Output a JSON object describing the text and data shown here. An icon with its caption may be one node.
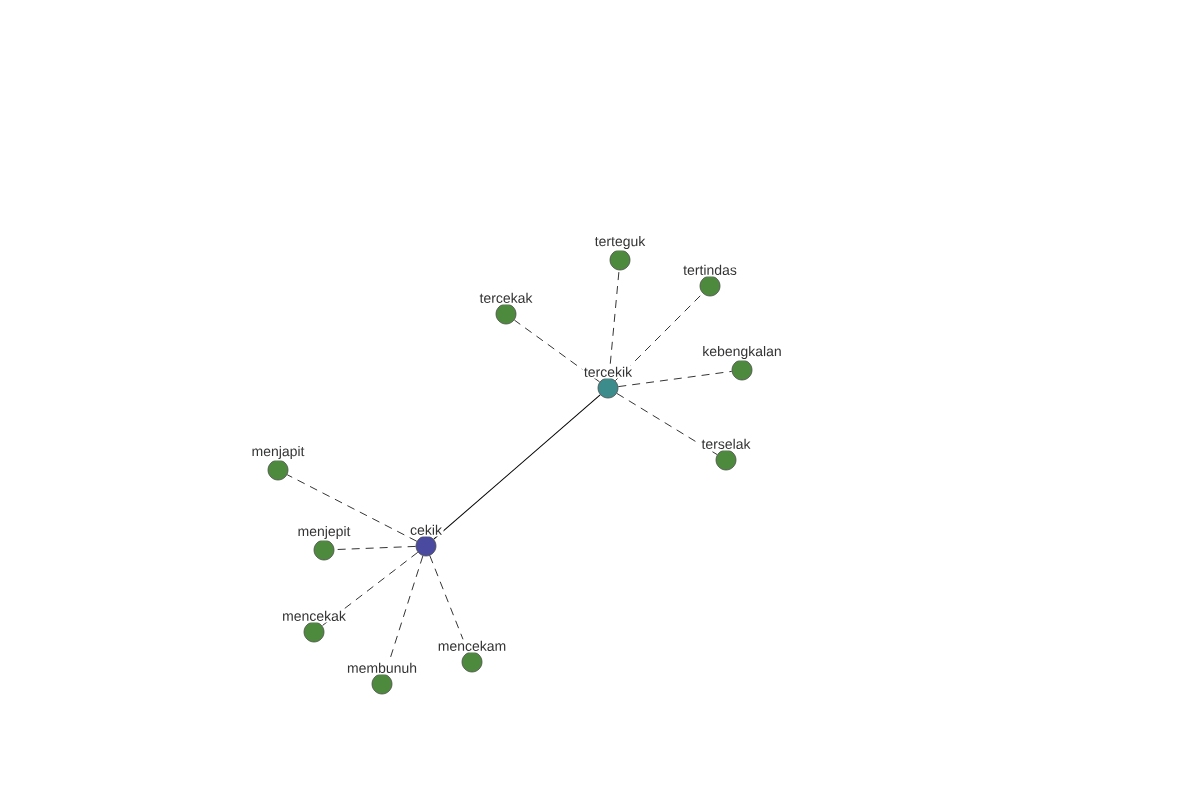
{
  "diagram": {
    "nodes": [
      {
        "text": [
          "cekik"
        ]
      },
      {
        "text": [
          "tercekik"
        ]
      },
      {
        "text": [
          "terteguk"
        ]
      },
      {
        "text": [
          "tertindas"
        ]
      },
      {
        "text": [
          "tercekak"
        ]
      },
      {
        "text": [
          "kebengkalan"
        ]
      },
      {
        "text": [
          "terselak"
        ]
      },
      {
        "text": [
          "menjapit"
        ]
      },
      {
        "text": [
          "menjepit"
        ]
      },
      {
        "text": [
          "mencekak"
        ]
      },
      {
        "text": [
          "membunuh"
        ]
      },
      {
        "text": [
          "mencekam"
        ]
      }
    ],
    "edges": [
      {
        "from": 0,
        "to": 1,
        "arrow": "none"
      },
      {
        "from": 1,
        "to": 2,
        "arrow": "none",
        "style": "dashed"
      },
      {
        "from": 1,
        "to": 3,
        "arrow": "none",
        "style": "dashed"
      },
      {
        "from": 1,
        "to": 4,
        "arrow": "none",
        "style": "dashed"
      },
      {
        "from": 1,
        "to": 5,
        "arrow": "none",
        "style": "dashed"
      },
      {
        "from": 1,
        "to": 6,
        "arrow": "none",
        "style": "dashed"
      },
      {
        "from": 0,
        "to": 7,
        "arrow": "none",
        "style": "dashed"
      },
      {
        "from": 0,
        "to": 8,
        "arrow": "none",
        "style": "dashed"
      },
      {
        "from": 0,
        "to": 9,
        "arrow": "none",
        "style": "dashed"
      },
      {
        "from": 0,
        "to": 10,
        "arrow": "none",
        "style": "dashed"
      },
      {
        "from": 0,
        "to": 11,
        "arrow": "none",
        "style": "dashed"
      }
    ]
  }
}
